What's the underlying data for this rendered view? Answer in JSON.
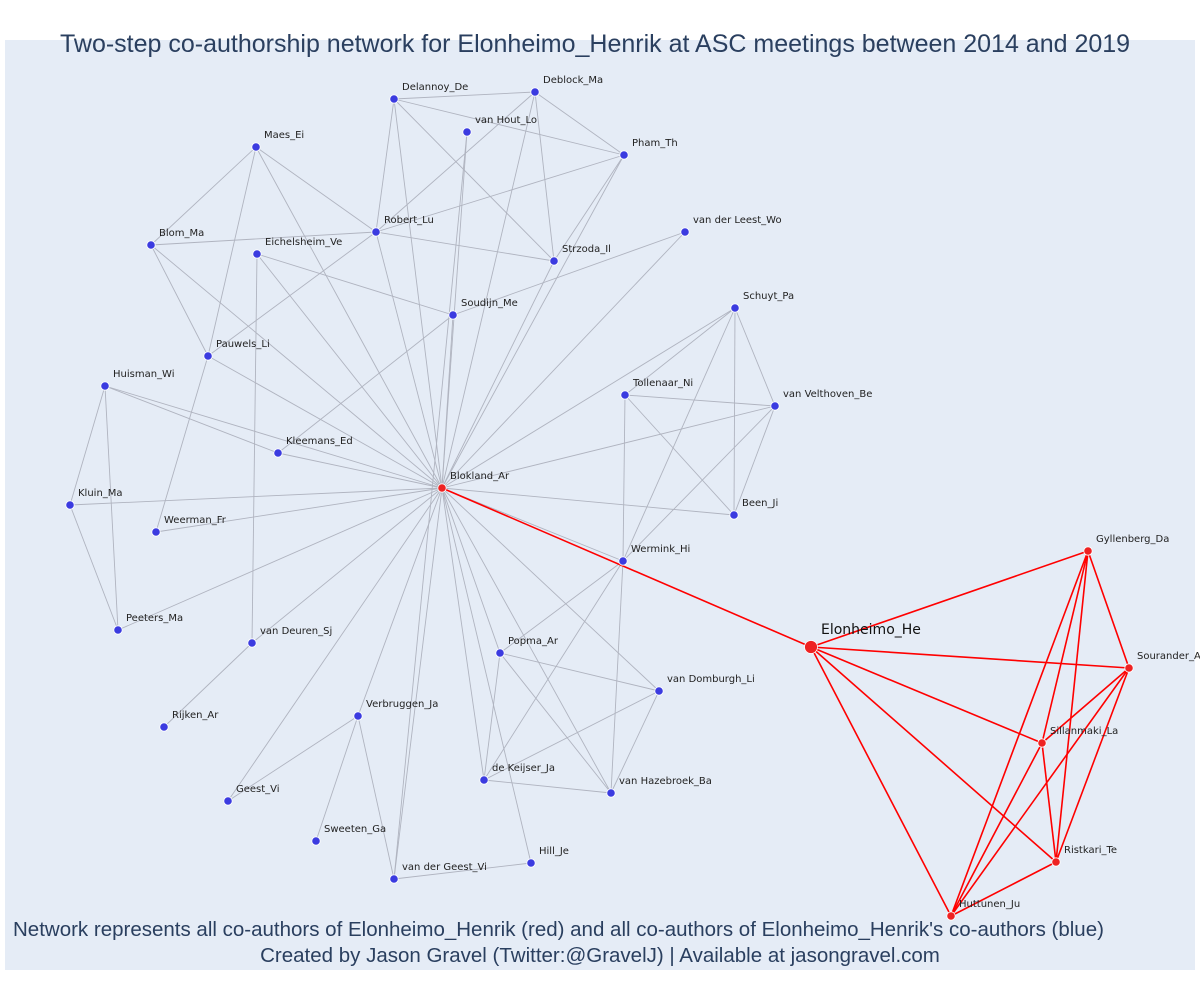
{
  "title": "Two-step co-authorship network for Elonheimo_Henrik at ASC meetings between 2014 and 2019",
  "caption_line1": "Network represents all co-authors of Elonheimo_Henrik (red) and all co-authors of Elonheimo_Henrik's co-authors (blue)",
  "caption_line2": "Created by Jason Gravel (Twitter:@GravelJ) | Available at jasongravel.com",
  "colors": {
    "background": "#e5ecf6",
    "edge_gray": "#b0b4c0",
    "edge_red": "#ff0000",
    "node_blue": "#3b3be0",
    "node_red": "#ee2222",
    "title": "#2a3f5f"
  },
  "ego": "Elonheimo_He",
  "nodes": [
    {
      "id": "Delannoy_De",
      "group": "second"
    },
    {
      "id": "Deblock_Ma",
      "group": "second"
    },
    {
      "id": "van Hout_Lo",
      "group": "second"
    },
    {
      "id": "Pham_Th",
      "group": "second"
    },
    {
      "id": "Maes_Ei",
      "group": "second"
    },
    {
      "id": "Robert_Lu",
      "group": "second"
    },
    {
      "id": "Blom_Ma",
      "group": "second"
    },
    {
      "id": "Eichelsheim_Ve",
      "group": "second"
    },
    {
      "id": "Strzoda_Il",
      "group": "second"
    },
    {
      "id": "van der Leest_Wo",
      "group": "second"
    },
    {
      "id": "Soudijn_Me",
      "group": "second"
    },
    {
      "id": "Schuyt_Pa",
      "group": "second"
    },
    {
      "id": "Pauwels_Li",
      "group": "second"
    },
    {
      "id": "Huisman_Wi",
      "group": "second"
    },
    {
      "id": "Tollenaar_Ni",
      "group": "second"
    },
    {
      "id": "van Velthoven_Be",
      "group": "second"
    },
    {
      "id": "Kleemans_Ed",
      "group": "second"
    },
    {
      "id": "Blokland_Ar",
      "group": "first"
    },
    {
      "id": "Kluin_Ma",
      "group": "second"
    },
    {
      "id": "Been_Ji",
      "group": "second"
    },
    {
      "id": "Weerman_Fr",
      "group": "second"
    },
    {
      "id": "Wermink_Hi",
      "group": "second"
    },
    {
      "id": "Gyllenberg_Da",
      "group": "first"
    },
    {
      "id": "Peeters_Ma",
      "group": "second"
    },
    {
      "id": "van Deuren_Sj",
      "group": "second"
    },
    {
      "id": "Elonheimo_He",
      "group": "ego"
    },
    {
      "id": "Popma_Ar",
      "group": "second"
    },
    {
      "id": "Sourander_A",
      "group": "first"
    },
    {
      "id": "van Domburgh_Li",
      "group": "second"
    },
    {
      "id": "Rijken_Ar",
      "group": "second"
    },
    {
      "id": "Verbruggen_Ja",
      "group": "second"
    },
    {
      "id": "Sillanmaki_La",
      "group": "first"
    },
    {
      "id": "Geest_Vi",
      "group": "second"
    },
    {
      "id": "de Keijser_Ja",
      "group": "second"
    },
    {
      "id": "van Hazebroek_Ba",
      "group": "second"
    },
    {
      "id": "Sweeten_Ga",
      "group": "second"
    },
    {
      "id": "Ristkari_Te",
      "group": "first"
    },
    {
      "id": "Hill_Je",
      "group": "second"
    },
    {
      "id": "van der Geest_Vi",
      "group": "second"
    },
    {
      "id": "Huttunen_Ju",
      "group": "first"
    }
  ],
  "edges_gray": [
    [
      "Blokland_Ar",
      "Delannoy_De"
    ],
    [
      "Blokland_Ar",
      "Deblock_Ma"
    ],
    [
      "Blokland_Ar",
      "van Hout_Lo"
    ],
    [
      "Blokland_Ar",
      "Pham_Th"
    ],
    [
      "Blokland_Ar",
      "Maes_Ei"
    ],
    [
      "Blokland_Ar",
      "Robert_Lu"
    ],
    [
      "Blokland_Ar",
      "Blom_Ma"
    ],
    [
      "Blokland_Ar",
      "Eichelsheim_Ve"
    ],
    [
      "Blokland_Ar",
      "Strzoda_Il"
    ],
    [
      "Blokland_Ar",
      "van der Leest_Wo"
    ],
    [
      "Blokland_Ar",
      "Soudijn_Me"
    ],
    [
      "Blokland_Ar",
      "Schuyt_Pa"
    ],
    [
      "Blokland_Ar",
      "Pauwels_Li"
    ],
    [
      "Blokland_Ar",
      "Huisman_Wi"
    ],
    [
      "Blokland_Ar",
      "van Velthoven_Be"
    ],
    [
      "Blokland_Ar",
      "Kleemans_Ed"
    ],
    [
      "Blokland_Ar",
      "Kluin_Ma"
    ],
    [
      "Blokland_Ar",
      "Been_Ji"
    ],
    [
      "Blokland_Ar",
      "Weerman_Fr"
    ],
    [
      "Blokland_Ar",
      "Wermink_Hi"
    ],
    [
      "Blokland_Ar",
      "Peeters_Ma"
    ],
    [
      "Blokland_Ar",
      "van Deuren_Sj"
    ],
    [
      "Blokland_Ar",
      "Popma_Ar"
    ],
    [
      "Blokland_Ar",
      "van Domburgh_Li"
    ],
    [
      "Blokland_Ar",
      "Verbruggen_Ja"
    ],
    [
      "Blokland_Ar",
      "Geest_Vi"
    ],
    [
      "Blokland_Ar",
      "de Keijser_Ja"
    ],
    [
      "Blokland_Ar",
      "van Hazebroek_Ba"
    ],
    [
      "Blokland_Ar",
      "Hill_Je"
    ],
    [
      "Blokland_Ar",
      "van der Geest_Vi"
    ],
    [
      "Delannoy_De",
      "Deblock_Ma"
    ],
    [
      "Delannoy_De",
      "Pham_Th"
    ],
    [
      "Delannoy_De",
      "Robert_Lu"
    ],
    [
      "Delannoy_De",
      "Strzoda_Il"
    ],
    [
      "Deblock_Ma",
      "Robert_Lu"
    ],
    [
      "Deblock_Ma",
      "Pham_Th"
    ],
    [
      "Deblock_Ma",
      "Strzoda_Il"
    ],
    [
      "Pham_Th",
      "Robert_Lu"
    ],
    [
      "Pham_Th",
      "Strzoda_Il"
    ],
    [
      "Robert_Lu",
      "Strzoda_Il"
    ],
    [
      "van Hout_Lo",
      "van der Geest_Vi"
    ],
    [
      "Maes_Ei",
      "Blom_Ma"
    ],
    [
      "Maes_Ei",
      "Robert_Lu"
    ],
    [
      "Maes_Ei",
      "Pauwels_Li"
    ],
    [
      "Blom_Ma",
      "Robert_Lu"
    ],
    [
      "Blom_Ma",
      "Pauwels_Li"
    ],
    [
      "Pauwels_Li",
      "Robert_Lu"
    ],
    [
      "Eichelsheim_Ve",
      "Soudijn_Me"
    ],
    [
      "Eichelsheim_Ve",
      "van Deuren_Sj"
    ],
    [
      "Soudijn_Me",
      "van der Leest_Wo"
    ],
    [
      "Soudijn_Me",
      "Kleemans_Ed"
    ],
    [
      "Huisman_Wi",
      "Kluin_Ma"
    ],
    [
      "Huisman_Wi",
      "Peeters_Ma"
    ],
    [
      "Huisman_Wi",
      "Kleemans_Ed"
    ],
    [
      "Kluin_Ma",
      "Peeters_Ma"
    ],
    [
      "Pauwels_Li",
      "Weerman_Fr"
    ],
    [
      "Schuyt_Pa",
      "Tollenaar_Ni"
    ],
    [
      "Schuyt_Pa",
      "van Velthoven_Be"
    ],
    [
      "Schuyt_Pa",
      "Been_Ji"
    ],
    [
      "Schuyt_Pa",
      "Wermink_Hi"
    ],
    [
      "Tollenaar_Ni",
      "van Velthoven_Be"
    ],
    [
      "Tollenaar_Ni",
      "Been_Ji"
    ],
    [
      "Tollenaar_Ni",
      "Wermink_Hi"
    ],
    [
      "van Velthoven_Be",
      "Been_Ji"
    ],
    [
      "van Velthoven_Be",
      "Wermink_Hi"
    ],
    [
      "Wermink_Hi",
      "Popma_Ar"
    ],
    [
      "Wermink_Hi",
      "de Keijser_Ja"
    ],
    [
      "Wermink_Hi",
      "van Hazebroek_Ba"
    ],
    [
      "Popma_Ar",
      "van Domburgh_Li"
    ],
    [
      "Popma_Ar",
      "de Keijser_Ja"
    ],
    [
      "Popma_Ar",
      "van Hazebroek_Ba"
    ],
    [
      "van Domburgh_Li",
      "de Keijser_Ja"
    ],
    [
      "van Domburgh_Li",
      "van Hazebroek_Ba"
    ],
    [
      "de Keijser_Ja",
      "van Hazebroek_Ba"
    ],
    [
      "Verbruggen_Ja",
      "Geest_Vi"
    ],
    [
      "Verbruggen_Ja",
      "Sweeten_Ga"
    ],
    [
      "Verbruggen_Ja",
      "van der Geest_Vi"
    ],
    [
      "van der Geest_Vi",
      "Hill_Je"
    ],
    [
      "van Deuren_Sj",
      "Rijken_Ar"
    ]
  ],
  "edges_red": [
    [
      "Elonheimo_He",
      "Blokland_Ar"
    ],
    [
      "Elonheimo_He",
      "Gyllenberg_Da"
    ],
    [
      "Elonheimo_He",
      "Sourander_A"
    ],
    [
      "Elonheimo_He",
      "Sillanmaki_La"
    ],
    [
      "Elonheimo_He",
      "Ristkari_Te"
    ],
    [
      "Elonheimo_He",
      "Huttunen_Ju"
    ],
    [
      "Gyllenberg_Da",
      "Sourander_A"
    ],
    [
      "Gyllenberg_Da",
      "Sillanmaki_La"
    ],
    [
      "Gyllenberg_Da",
      "Ristkari_Te"
    ],
    [
      "Gyllenberg_Da",
      "Huttunen_Ju"
    ],
    [
      "Sourander_A",
      "Sillanmaki_La"
    ],
    [
      "Sourander_A",
      "Ristkari_Te"
    ],
    [
      "Sourander_A",
      "Huttunen_Ju"
    ],
    [
      "Sillanmaki_La",
      "Ristkari_Te"
    ],
    [
      "Sillanmaki_La",
      "Huttunen_Ju"
    ],
    [
      "Ristkari_Te",
      "Huttunen_Ju"
    ]
  ]
}
